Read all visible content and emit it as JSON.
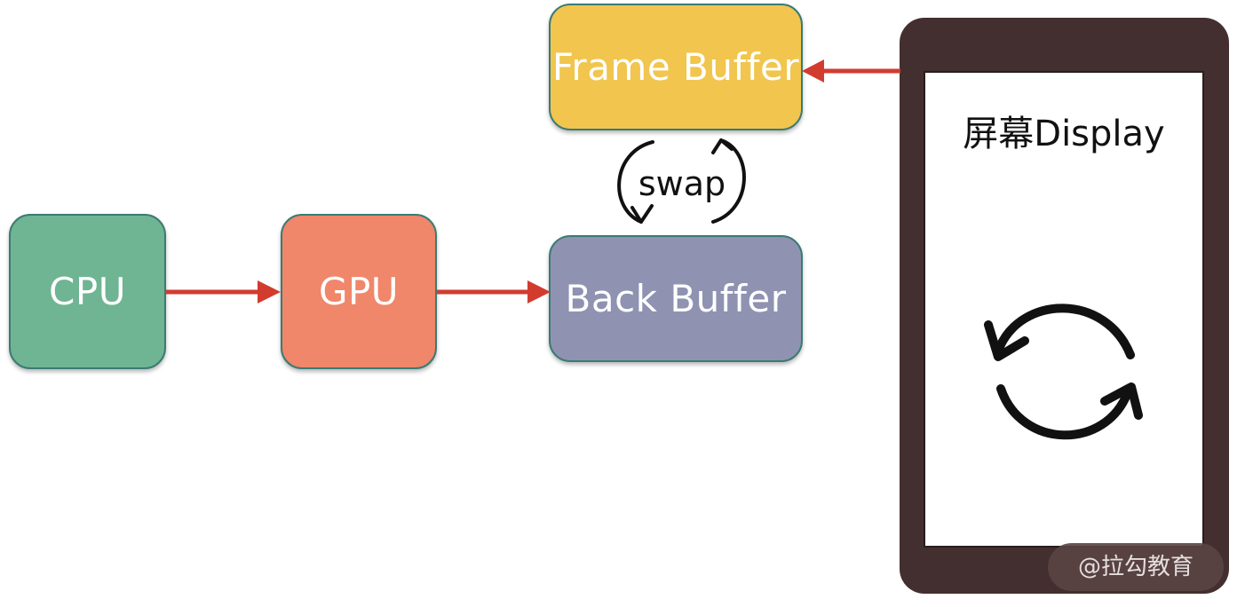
{
  "nodes": {
    "cpu": "CPU",
    "gpu": "GPU",
    "back_buffer": "Back Buffer",
    "frame_buffer": "Frame Buffer"
  },
  "swap_label": "swap",
  "display": {
    "label": "屏幕Display"
  },
  "watermark": "@拉勾教育",
  "colors": {
    "cpu": "#6fb593",
    "gpu": "#f0866a",
    "back_buffer": "#8f93b1",
    "frame_buffer": "#f1c54e",
    "arrow": "#d23c2f",
    "phone_frame": "#432f2f",
    "box_border": "#3a7b73"
  },
  "icons": [
    "refresh-icon",
    "swap-arrow-left-icon",
    "swap-arrow-right-icon"
  ]
}
